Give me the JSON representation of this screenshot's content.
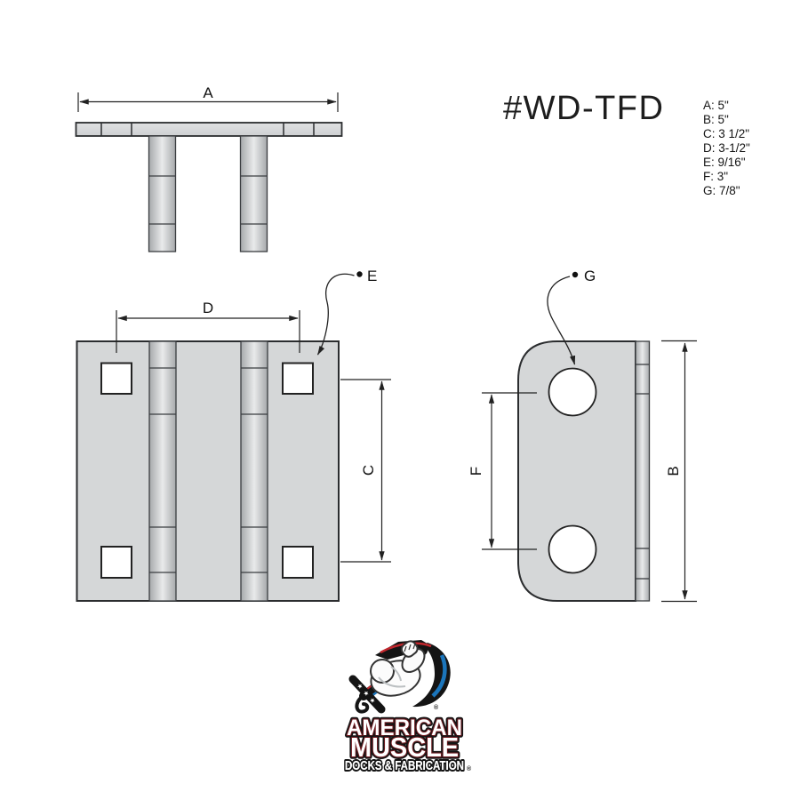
{
  "header": {
    "part_number": "#WD-TFD",
    "specs": [
      "A: 5\"",
      "B: 5\"",
      "C: 3 1/2\"",
      "D: 3-1/2\"",
      "E: 9/16\"",
      "F: 3\"",
      "G: 7/8\""
    ]
  },
  "views": {
    "top": {
      "dim_overall_width": "A"
    },
    "front": {
      "dim_hole_spacing_h": "D",
      "dim_hole_spacing_v": "C",
      "callout_square_hole": "E"
    },
    "side": {
      "dim_hole_spacing": "F",
      "dim_overall_height": "B",
      "callout_round_hole": "G"
    }
  },
  "logo": {
    "line1": "AMERICAN",
    "line2": "MUSCLE",
    "line3": "DOCKS & FABRICATION",
    "registered": "®"
  },
  "colors": {
    "line": "#2b2d2f",
    "plate_fill": "#d5d7d8",
    "web_edge": "#a6a9ab",
    "web_center": "#e9eaeb",
    "hole_fill": "#ffffff",
    "logo_red": "#c1272d",
    "logo_blue": "#1b75bb",
    "logo_black": "#141414",
    "logo_maroon": "#6e1b20"
  }
}
